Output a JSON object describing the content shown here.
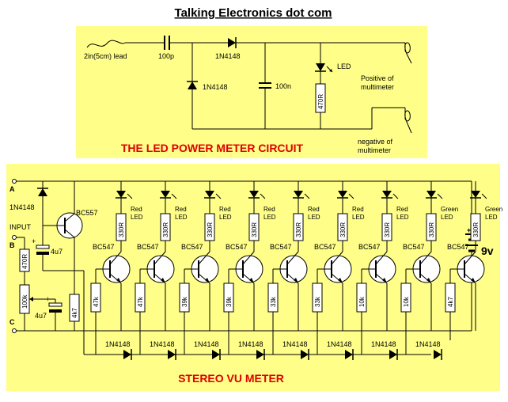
{
  "header": {
    "title": "Talking Electronics dot com"
  },
  "colors": {
    "panel": "#fefe88",
    "accent_text": "#e00000",
    "line": "#000000"
  },
  "top_circuit": {
    "caption": "THE LED POWER METER CIRCUIT",
    "lead_label": "2in(5cm) lead",
    "cap_series": "100p",
    "diode_series": "1N4148",
    "diode_shunt": "1N4148",
    "cap_shunt": "100n",
    "resistor": "470R",
    "led": "LED",
    "positive_label": [
      "Positive of",
      "multimeter"
    ],
    "negative_label": [
      "negative of",
      "multimeter"
    ]
  },
  "vu_meter": {
    "caption": "STEREO VU METER",
    "terminal_a": "A",
    "terminal_b": "B",
    "terminal_c": "C",
    "input_label": "INPUT",
    "input_diode": "1N4148",
    "pnp_transistor": "BC557",
    "cap_input": "4u7",
    "cap_lower": "4u7",
    "r_input": "470R",
    "r_pot": "100k",
    "r_bias": "4k7",
    "battery": "9v",
    "plus": "+",
    "stages": [
      {
        "led": [
          "Red",
          "LED"
        ],
        "r_led": "330R",
        "transistor": "BC547",
        "r_base": "47k",
        "diode": "1N4148"
      },
      {
        "led": [
          "Red",
          "LED"
        ],
        "r_led": "330R",
        "transistor": "BC547",
        "r_base": "47k",
        "diode": "1N4148"
      },
      {
        "led": [
          "Red",
          "LED"
        ],
        "r_led": "330R",
        "transistor": "BC547",
        "r_base": "39k",
        "diode": "1N4148"
      },
      {
        "led": [
          "Red",
          "LED"
        ],
        "r_led": "330R",
        "transistor": "BC547",
        "r_base": "39k",
        "diode": "1N4148"
      },
      {
        "led": [
          "Red",
          "LED"
        ],
        "r_led": "330R",
        "transistor": "BC547",
        "r_base": "33k",
        "diode": "1N4148"
      },
      {
        "led": [
          "Red",
          "LED"
        ],
        "r_led": "330R",
        "transistor": "BC547",
        "r_base": "33k",
        "diode": "1N4148"
      },
      {
        "led": [
          "Red",
          "LED"
        ],
        "r_led": "330R",
        "transistor": "BC547",
        "r_base": "10k",
        "diode": "1N4148"
      },
      {
        "led": [
          "Green",
          "LED"
        ],
        "r_led": "330R",
        "transistor": "BC547",
        "r_base": "10k",
        "diode": "1N4148"
      },
      {
        "led": [
          "Green",
          "LED"
        ],
        "r_led": "330R",
        "transistor": "BC547",
        "r_base": "4k7",
        "diode": ""
      }
    ]
  }
}
